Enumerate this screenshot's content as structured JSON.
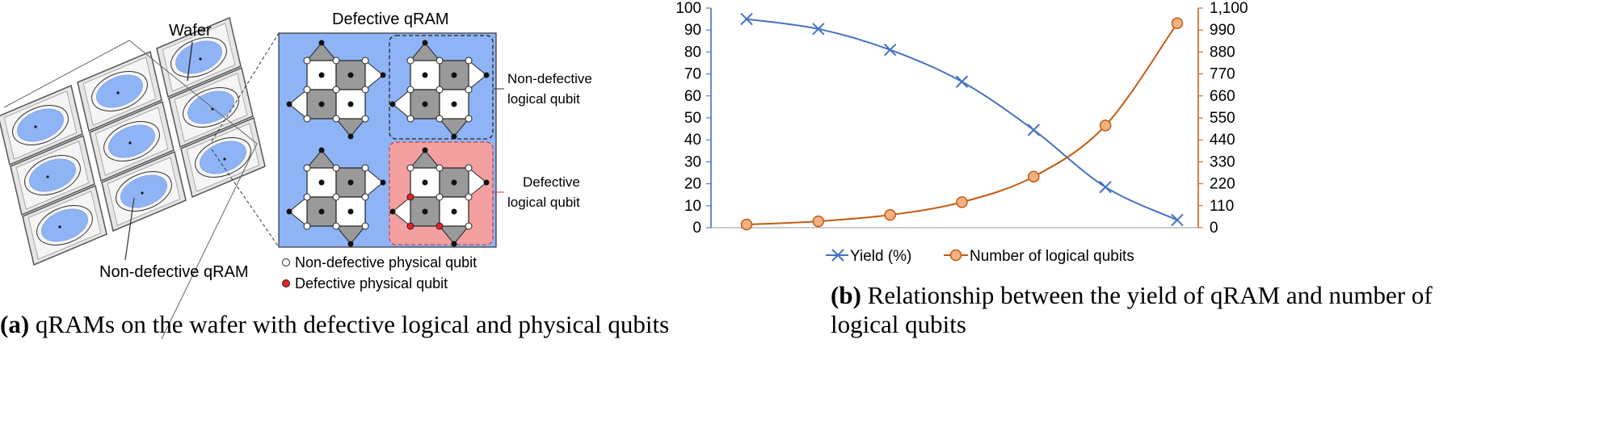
{
  "panel_a": {
    "wafer_label": "Wafer",
    "defective_qram_title": "Defective qRAM",
    "non_defective_qram_label": "Non-defective qRAM",
    "non_defective_logical_qubit_line1": "Non-defective",
    "non_defective_logical_qubit_line2": "logical qubit",
    "defective_logical_qubit_line1": "Defective",
    "defective_logical_qubit_line2": "logical qubit",
    "legend_non_defective_physical": "Non-defective physical qubit",
    "legend_defective_physical": "Defective physical qubit",
    "caption_tag": "(a)",
    "caption_text": " qRAMs on the wafer with defective logical and physical qubits",
    "colors": {
      "qram_blue": "#8fb4f5",
      "defect_red": "#f4a0a0",
      "defect_dot": "#e8202a",
      "gray_plaquette": "#9a9a9a"
    }
  },
  "chart_data": {
    "type": "line",
    "title": "",
    "xlabel": "",
    "ylabel": "",
    "x": [
      1,
      2,
      3,
      4,
      5,
      6,
      7
    ],
    "series": [
      {
        "name": "Yield (%)",
        "axis": "left",
        "marker": "x",
        "color": "#4472c4",
        "values": [
          95,
          90.5,
          81,
          66.5,
          44.5,
          18.5,
          3.5
        ]
      },
      {
        "name": "Number of logical qubits",
        "axis": "right",
        "marker": "circle",
        "color": "#c55a11",
        "values": [
          16,
          32,
          64,
          128,
          256,
          512,
          1024
        ]
      }
    ],
    "y_left": {
      "ylim": [
        0,
        100
      ],
      "ticks": [
        "0",
        "10",
        "20",
        "30",
        "40",
        "50",
        "60",
        "70",
        "80",
        "90",
        "100"
      ]
    },
    "y_right": {
      "ylim": [
        0,
        1100
      ],
      "ticks": [
        "0",
        "110",
        "220",
        "330",
        "440",
        "550",
        "660",
        "770",
        "880",
        "990",
        "1,100"
      ]
    },
    "grid": false,
    "legend_position": "bottom"
  },
  "panel_b": {
    "caption_tag": "(b)",
    "caption_line1": " Relationship between the yield of qRAM and number of",
    "caption_line2": "logical qubits"
  }
}
